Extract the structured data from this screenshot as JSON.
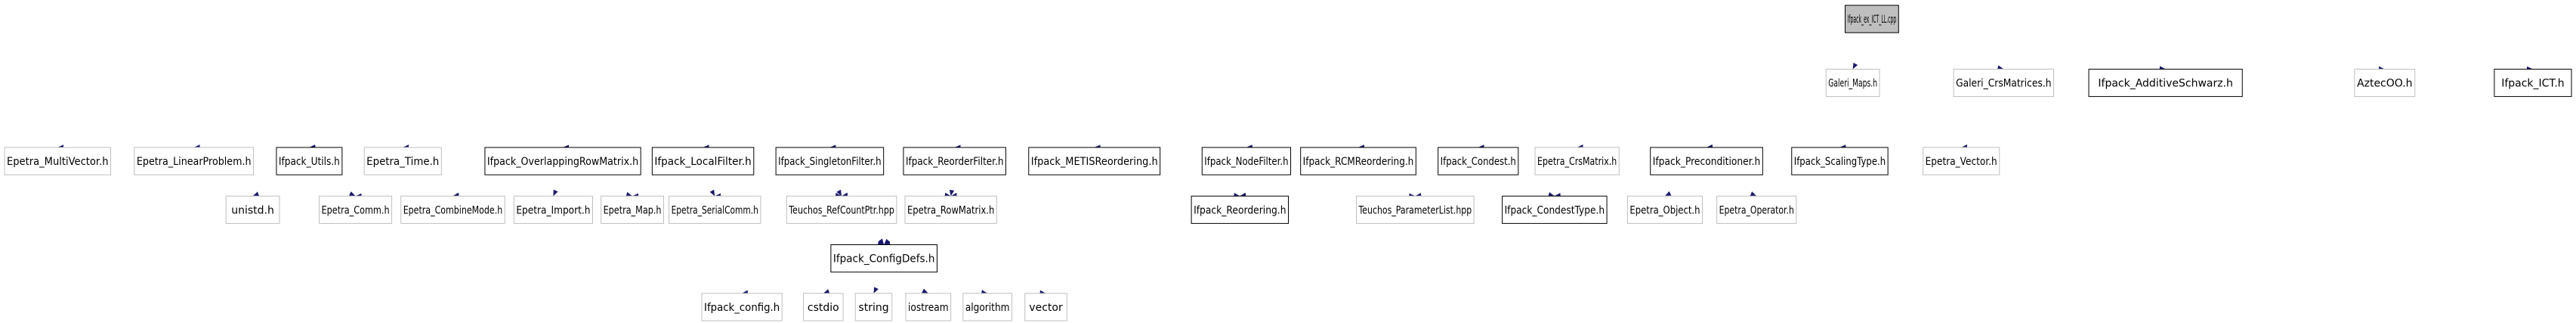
{
  "nodes": [
    {
      "id": "root",
      "label": "Ifpack_ex_ICT_LL.cpp",
      "style": "root"
    },
    {
      "id": "galeri_maps",
      "label": "Galeri_Maps.h",
      "style": "ext"
    },
    {
      "id": "galeri_crs",
      "label": "Galeri_CrsMatrices.h",
      "style": "ext"
    },
    {
      "id": "additive",
      "label": "Ifpack_AdditiveSchwarz.h",
      "style": "doc"
    },
    {
      "id": "aztec",
      "label": "AztecOO.h",
      "style": "ext"
    },
    {
      "id": "ict",
      "label": "Ifpack_ICT.h",
      "style": "doc"
    },
    {
      "id": "mv",
      "label": "Epetra_MultiVector.h",
      "style": "ext"
    },
    {
      "id": "lp",
      "label": "Epetra_LinearProblem.h",
      "style": "ext"
    },
    {
      "id": "utils",
      "label": "Ifpack_Utils.h",
      "style": "doc"
    },
    {
      "id": "time",
      "label": "Epetra_Time.h",
      "style": "ext"
    },
    {
      "id": "ovl",
      "label": "Ifpack_OverlappingRowMatrix.h",
      "style": "doc"
    },
    {
      "id": "local",
      "label": "Ifpack_LocalFilter.h",
      "style": "doc"
    },
    {
      "id": "single",
      "label": "Ifpack_SingletonFilter.h",
      "style": "doc"
    },
    {
      "id": "reorderf",
      "label": "Ifpack_ReorderFilter.h",
      "style": "doc"
    },
    {
      "id": "metis",
      "label": "Ifpack_METISReordering.h",
      "style": "doc"
    },
    {
      "id": "nodef",
      "label": "Ifpack_NodeFilter.h",
      "style": "doc"
    },
    {
      "id": "rcm",
      "label": "Ifpack_RCMReordering.h",
      "style": "doc"
    },
    {
      "id": "condest",
      "label": "Ifpack_Condest.h",
      "style": "doc"
    },
    {
      "id": "crsm",
      "label": "Epetra_CrsMatrix.h",
      "style": "ext"
    },
    {
      "id": "precond",
      "label": "Ifpack_Preconditioner.h",
      "style": "doc"
    },
    {
      "id": "scaling",
      "label": "Ifpack_ScalingType.h",
      "style": "doc"
    },
    {
      "id": "vector",
      "label": "Epetra_Vector.h",
      "style": "ext"
    },
    {
      "id": "unistd",
      "label": "unistd.h",
      "style": "ext"
    },
    {
      "id": "comm",
      "label": "Epetra_Comm.h",
      "style": "ext"
    },
    {
      "id": "combine",
      "label": "Epetra_CombineMode.h",
      "style": "ext"
    },
    {
      "id": "import",
      "label": "Epetra_Import.h",
      "style": "ext"
    },
    {
      "id": "map",
      "label": "Epetra_Map.h",
      "style": "ext"
    },
    {
      "id": "serial",
      "label": "Epetra_SerialComm.h",
      "style": "ext"
    },
    {
      "id": "rcp",
      "label": "Teuchos_RefCountPtr.hpp",
      "style": "ext"
    },
    {
      "id": "rowm",
      "label": "Epetra_RowMatrix.h",
      "style": "ext"
    },
    {
      "id": "reordering",
      "label": "Ifpack_Reordering.h",
      "style": "doc"
    },
    {
      "id": "plist",
      "label": "Teuchos_ParameterList.hpp",
      "style": "ext"
    },
    {
      "id": "condesttype",
      "label": "Ifpack_CondestType.h",
      "style": "doc"
    },
    {
      "id": "obj",
      "label": "Epetra_Object.h",
      "style": "ext"
    },
    {
      "id": "op",
      "label": "Epetra_Operator.h",
      "style": "ext"
    },
    {
      "id": "config",
      "label": "Ifpack_ConfigDefs.h",
      "style": "doc"
    },
    {
      "id": "ifcfg",
      "label": "Ifpack_config.h",
      "style": "ext"
    },
    {
      "id": "cstdio",
      "label": "cstdio",
      "style": "ext"
    },
    {
      "id": "string",
      "label": "string",
      "style": "ext"
    },
    {
      "id": "iostream",
      "label": "iostream",
      "style": "ext"
    },
    {
      "id": "algorithm",
      "label": "algorithm",
      "style": "ext"
    },
    {
      "id": "vec",
      "label": "vector",
      "style": "ext"
    }
  ],
  "edges": [
    [
      "root",
      "galeri_maps"
    ],
    [
      "root",
      "galeri_crs"
    ],
    [
      "root",
      "additive"
    ],
    [
      "root",
      "aztec"
    ],
    [
      "root",
      "ict"
    ],
    [
      "root",
      "mv"
    ],
    [
      "root",
      "lp"
    ],
    [
      "root",
      "utils"
    ],
    [
      "root",
      "time"
    ],
    [
      "root",
      "rcp"
    ],
    [
      "root",
      "config"
    ],
    [
      "additive",
      "mv"
    ],
    [
      "additive",
      "lp"
    ],
    [
      "additive",
      "utils"
    ],
    [
      "additive",
      "time"
    ],
    [
      "additive",
      "ovl"
    ],
    [
      "additive",
      "local"
    ],
    [
      "additive",
      "single"
    ],
    [
      "additive",
      "reorderf"
    ],
    [
      "additive",
      "metis"
    ],
    [
      "additive",
      "nodef"
    ],
    [
      "additive",
      "rcm"
    ],
    [
      "additive",
      "condest"
    ],
    [
      "additive",
      "crsm"
    ],
    [
      "additive",
      "precond"
    ],
    [
      "additive",
      "comm"
    ],
    [
      "additive",
      "combine"
    ],
    [
      "additive",
      "map"
    ],
    [
      "additive",
      "serial"
    ],
    [
      "additive",
      "rcp"
    ],
    [
      "additive",
      "rowm"
    ],
    [
      "additive",
      "reordering"
    ],
    [
      "additive",
      "plist"
    ],
    [
      "additive",
      "config"
    ],
    [
      "ict",
      "time"
    ],
    [
      "ict",
      "crsm"
    ],
    [
      "ict",
      "precond"
    ],
    [
      "ict",
      "scaling"
    ],
    [
      "ict",
      "vector"
    ],
    [
      "ict",
      "condesttype"
    ],
    [
      "ict",
      "plist"
    ],
    [
      "ict",
      "config"
    ],
    [
      "utils",
      "unistd"
    ],
    [
      "utils",
      "comm"
    ],
    [
      "utils",
      "config"
    ],
    [
      "ovl",
      "combine"
    ],
    [
      "ovl",
      "import"
    ],
    [
      "ovl",
      "map"
    ],
    [
      "ovl",
      "rcp"
    ],
    [
      "ovl",
      "config"
    ],
    [
      "local",
      "serial"
    ],
    [
      "local",
      "rcp"
    ],
    [
      "local",
      "rowm"
    ],
    [
      "local",
      "config"
    ],
    [
      "single",
      "rcp"
    ],
    [
      "single",
      "rowm"
    ],
    [
      "single",
      "config"
    ],
    [
      "reorderf",
      "rcp"
    ],
    [
      "reorderf",
      "rowm"
    ],
    [
      "reorderf",
      "config"
    ],
    [
      "metis",
      "rcp"
    ],
    [
      "metis",
      "rowm"
    ],
    [
      "metis",
      "reordering"
    ],
    [
      "metis",
      "plist"
    ],
    [
      "metis",
      "config"
    ],
    [
      "rcm",
      "reordering"
    ],
    [
      "rcm",
      "config"
    ],
    [
      "condest",
      "condesttype"
    ],
    [
      "condest",
      "config"
    ],
    [
      "precond",
      "condesttype"
    ],
    [
      "precond",
      "obj"
    ],
    [
      "precond",
      "op"
    ],
    [
      "precond",
      "plist"
    ],
    [
      "precond",
      "config"
    ],
    [
      "reordering",
      "config"
    ],
    [
      "config",
      "ifcfg"
    ],
    [
      "config",
      "cstdio"
    ],
    [
      "config",
      "string"
    ],
    [
      "config",
      "iostream"
    ],
    [
      "config",
      "algorithm"
    ],
    [
      "config",
      "vec"
    ]
  ],
  "colors": {
    "edge": "#191970",
    "root_fill": "#bfbfbf",
    "node_fill": "#ffffff",
    "doc_border": "#000000",
    "ext_border": "#bfbfbf",
    "text": "#000000"
  }
}
